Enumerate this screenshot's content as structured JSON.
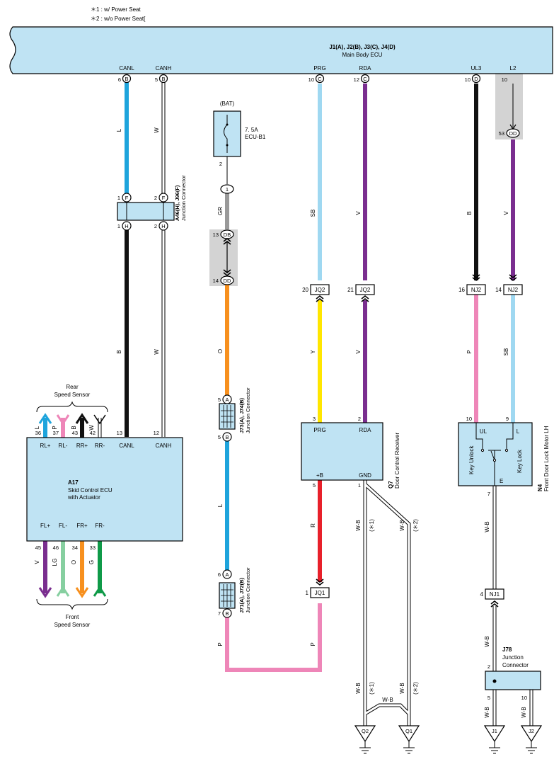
{
  "notes": {
    "n1": "＊1 : w/ Power Seat",
    "n2": "＊2 : w/o Power Seat["
  },
  "colors": {
    "L": "#1ea4dc",
    "SB": "#9fd8f1",
    "V": "#7a2e8f",
    "B": "#111111",
    "P": "#ee86b8",
    "O": "#f7901e",
    "Y": "#ffe600",
    "R": "#e8202a",
    "LG": "#86cfa0",
    "G": "#0f9a48",
    "GR": "#999999",
    "W": "#ffffff",
    "box": "#bfe3f3"
  },
  "ecu": {
    "name": "J1(A), J2(B), J3(C), J4(D)",
    "desc": "Main Body ECU",
    "terms": [
      {
        "label": "CANL",
        "pin": "6",
        "conn": "B"
      },
      {
        "label": "CANH",
        "pin": "5",
        "conn": "B"
      },
      {
        "label": "PRG",
        "pin": "10",
        "conn": "C"
      },
      {
        "label": "RDA",
        "pin": "12",
        "conn": "C"
      },
      {
        "label": "UL3",
        "pin": "10",
        "conn": "D"
      },
      {
        "label": "L2",
        "pin": "10",
        "conn": ""
      }
    ]
  },
  "fuse": {
    "source": "(BAT)",
    "rating": "7. 5A",
    "name": "ECU-B1",
    "pin_out": "2"
  },
  "jc_a46": {
    "name": "A46(H), J96(F)",
    "desc": "Junction Connector",
    "pins": {
      "top1": "1",
      "top1c": "F",
      "top2": "2",
      "top2c": "F",
      "bot1": "1",
      "bot1c": "H",
      "bot2": "2",
      "bot2c": "H"
    }
  },
  "jc_j73": {
    "name": "J73(A), J74(B)",
    "desc": "Junction Connector",
    "pins": {
      "top": "5",
      "topc": "A",
      "bot": "5",
      "botc": "B"
    }
  },
  "jc_j71": {
    "name": "J71(A), J72(B)",
    "desc": "Junction Connector",
    "pins": {
      "top": "6",
      "topc": "A",
      "bot": "7",
      "botc": "B"
    }
  },
  "splices": {
    "s1": "1",
    "s13": "13",
    "s13c": "DB",
    "s14": "14",
    "s14c": "DD",
    "s53": "53",
    "s53c": "DD"
  },
  "wire_labels": {
    "canl_top": "L",
    "canh_top": "W",
    "canl_bot": "B",
    "canh_bot": "W",
    "gr": "GR",
    "o": "O",
    "l": "L",
    "p_low": "P",
    "prg_top": "SB",
    "prg_mid": "Y",
    "rb": "R",
    "p_jq1": "P",
    "rda_top": "V",
    "rda_mid": "V",
    "ul3_top": "B",
    "ul3_mid": "P",
    "l2_top": "V",
    "l2_mid": "SB",
    "gnd_wb1": "W-B",
    "gnd_wb2": "W-B",
    "s1": "(＊1)",
    "s2": "(＊2)",
    "gnd_wb3": "W-B",
    "gnd_wb4": "W-B",
    "s3": "(＊1)",
    "s4": "(＊2)",
    "gnd_wb5": "W-B",
    "n4_wb": "W-B",
    "nj1_wb": "W-B",
    "j78_wb1": "W-B",
    "j78_wb2": "W-B"
  },
  "jq": {
    "jq2a": {
      "pin": "20",
      "name": "JQ2"
    },
    "jq2b": {
      "pin": "21",
      "name": "JQ2"
    },
    "nj2a": {
      "pin": "16",
      "name": "NJ2"
    },
    "nj2b": {
      "pin": "14",
      "name": "NJ2"
    },
    "jq1": {
      "pin": "1",
      "name": "JQ1"
    },
    "nj1": {
      "pin": "4",
      "name": "NJ1"
    }
  },
  "q7": {
    "code": "Q7",
    "desc": "Door Control Receiver",
    "pins": {
      "prg": "3",
      "rda": "2",
      "b": "5",
      "gnd": "1"
    },
    "labels": {
      "prg": "PRG",
      "rda": "RDA",
      "b": "+B",
      "gnd": "GND"
    }
  },
  "n4": {
    "code": "N4",
    "desc": "Front Door Lock Motor LH",
    "pins": {
      "ul": "10",
      "l": "9",
      "e": "7"
    },
    "labels": {
      "ul": "UL",
      "l": "L",
      "e": "E",
      "unlock": "Key Unlock",
      "lock": "Key Lock"
    }
  },
  "a17": {
    "code": "A17",
    "desc1": "Skid Control ECU",
    "desc2": "with Actuator",
    "top_terms": [
      {
        "label": "RL+",
        "pin": "36"
      },
      {
        "label": "RL-",
        "pin": "37"
      },
      {
        "label": "RR+",
        "pin": "43"
      },
      {
        "label": "RR-",
        "pin": "42"
      },
      {
        "label": "CANL",
        "pin": "13"
      },
      {
        "label": "CANH",
        "pin": "12"
      }
    ],
    "bot_terms": [
      {
        "label": "FL+",
        "pin": "45"
      },
      {
        "label": "FL-",
        "pin": "46"
      },
      {
        "label": "FR+",
        "pin": "34"
      },
      {
        "label": "FR-",
        "pin": "33"
      }
    ],
    "top_wires": [
      "L",
      "P",
      "B",
      "W"
    ],
    "bot_wires": [
      "V",
      "LG",
      "O",
      "G"
    ]
  },
  "sensors": {
    "rear1": "Rear",
    "rear2": "Speed Sensor",
    "front1": "Front",
    "front2": "Speed Sensor"
  },
  "j78": {
    "code": "J78",
    "desc1": "Junction",
    "desc2": "Connector",
    "pin_in": "2",
    "pin_a": "5",
    "pin_b": "10"
  },
  "grounds": {
    "q2": "Q2",
    "q1": "Q1",
    "j1": "J1",
    "j2": "J2"
  }
}
